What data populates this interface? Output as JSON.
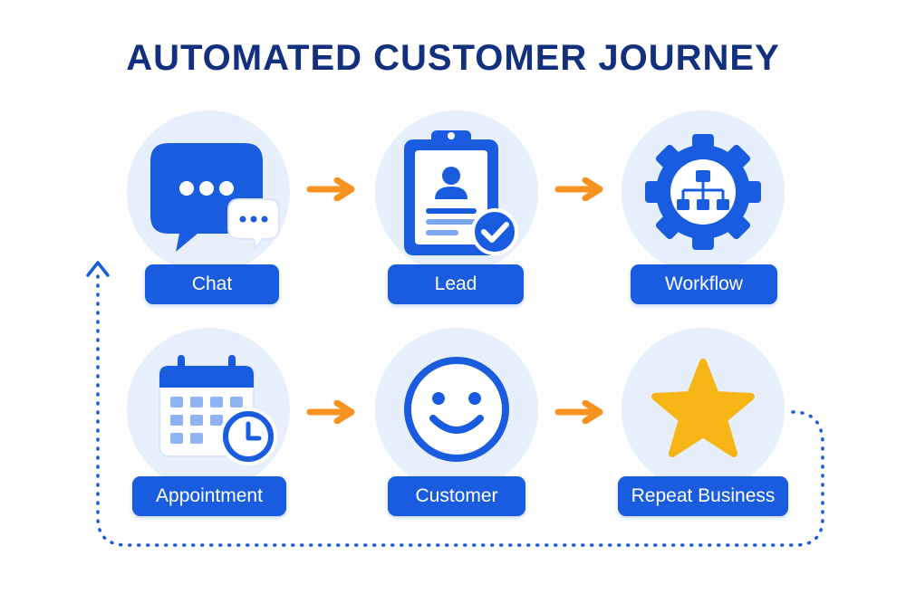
{
  "title": "AUTOMATED CUSTOMER JOURNEY",
  "steps": [
    {
      "label": "Chat",
      "icon": "chat-bubble-icon"
    },
    {
      "label": "Lead",
      "icon": "clipboard-lead-icon"
    },
    {
      "label": "Workflow",
      "icon": "gear-workflow-icon"
    },
    {
      "label": "Appointment",
      "icon": "calendar-clock-icon"
    },
    {
      "label": "Customer",
      "icon": "smiley-face-icon"
    },
    {
      "label": "Repeat Business",
      "icon": "star-icon"
    }
  ],
  "colors": {
    "title": "#13307e",
    "primary": "#1a5ce0",
    "circle_bg": "#e7eefc",
    "arrow": "#f7931e",
    "star": "#f7b515"
  }
}
